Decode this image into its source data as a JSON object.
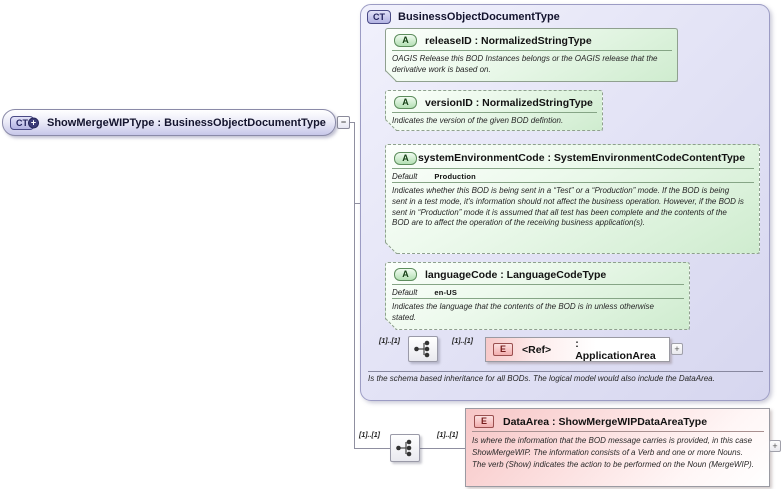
{
  "diagram": {
    "root_node": {
      "badge": "CT",
      "plus_glyph": "+",
      "title": "ShowMergeWIPType : BusinessObjectDocumentType",
      "collapse_glyph": "−"
    },
    "base_type_panel": {
      "badge": "CT",
      "title": "BusinessObjectDocumentType",
      "attributes": [
        {
          "badge": "A",
          "title": "releaseID : NormalizedStringType",
          "description": "OAGIS Release this BOD Instances belongs or the OAGIS release that the derivative work is based on."
        },
        {
          "badge": "A",
          "title": "versionID : NormalizedStringType",
          "description": "Indicates the version of the given BOD defintion."
        },
        {
          "badge": "A",
          "title": "systemEnvironmentCode : SystemEnvironmentCodeContentType",
          "default_label": "Default",
          "default_value": "Production",
          "description": "Indicates whether this BOD is being sent in a “Test” or a “Production” mode. If the BOD is being sent in a test mode, it's information should not affect the business operation. However, if the BOD is sent in “Production” mode it is assumed that all test has been complete and the contents of the BOD are to affect the operation of the receiving business application(s)."
        },
        {
          "badge": "A",
          "title": "languageCode : LanguageCodeType",
          "default_label": "Default",
          "default_value": "en-US",
          "description": "Indicates the language that the contents of the BOD is in unless otherwise stated."
        }
      ],
      "application_area": {
        "occurs_left": "[1]..[1]",
        "occurs_right": "[1]..[1]",
        "badge": "E",
        "ref_label": "<Ref>",
        "title": ": ApplicationArea",
        "expand_glyph": "+"
      },
      "footnote": "Is the schema based inheritance for all BODs. The logical model would also include the DataArea."
    },
    "data_area_node": {
      "occurs_left": "[1]..[1]",
      "occurs_right": "[1]..[1]",
      "badge": "E",
      "title": "DataArea : ShowMergeWIPDataAreaType",
      "description": "Is where the information that the BOD message carries is provided, in this case ShowMergeWIP. The information consists of a Verb and one or more Nouns. The verb (Show) indicates the action to be performed on the Noun (MergeWIP).",
      "expand_glyph": "+"
    },
    "colors": {
      "complex_type_fill": "#dcdcf2",
      "attribute_fill": "#d9f0d9",
      "element_fill": "#f7c6c6",
      "connector": "#8f8fa0"
    }
  }
}
